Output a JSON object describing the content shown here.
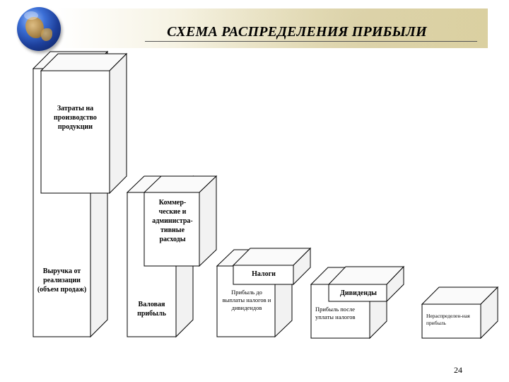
{
  "header": {
    "title": "СХЕМА РАСПРЕДЕЛЕНИЯ ПРИБЫЛИ"
  },
  "diagram": {
    "boxes": {
      "revenue": "Выручка от реализации (объем продаж)",
      "production_costs": "Затраты на производство продукции",
      "gross_profit": "Валовая прибыль",
      "commercial_admin": "Коммер-ческие и администра-тивные расходы",
      "taxes": "Налоги",
      "profit_before": "Прибыль до выплаты налогов и дивидендов",
      "dividends": "Дивиденды",
      "profit_after": "Прибыль после уплаты налогов",
      "retained": "Нераспределен-ная прибыль"
    }
  },
  "footer": {
    "page_number": "24"
  },
  "colors": {
    "box_fill": "#ffffff",
    "box_side": "#f2f2f2",
    "box_top": "#fafafa",
    "stroke": "#000000",
    "title_band": "#e9e2bf"
  },
  "icons": {
    "logo": "globe-icon"
  }
}
